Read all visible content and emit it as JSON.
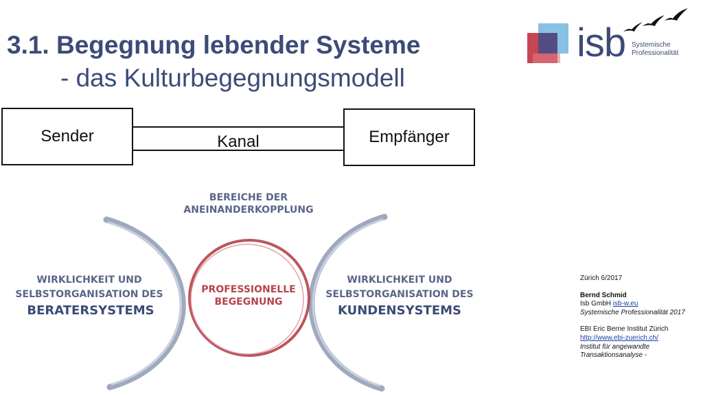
{
  "slide": {
    "title": "3.1.  Begegnung lebender Systeme",
    "subtitle": "- das Kulturbegegnungsmodell"
  },
  "logo": {
    "text": "isb",
    "line1": "Systemische",
    "line2": "Professionalität"
  },
  "diagram": {
    "sender": "Sender",
    "channel": "Kanal",
    "receiver": "Empfänger"
  },
  "model": {
    "top_line1": "BEREICHE DER",
    "top_line2": "ANEINANDERKOPPLUNG",
    "left_line1": "WIRKLICHKEIT UND",
    "left_line2": "SELBSTORGANISATION DES",
    "left_line3": "BERATERSYSTEMS",
    "center_line1": "PROFESSIONELLE",
    "center_line2": "BEGEGNUNG",
    "right_line1": "WIRKLICHKEIT UND",
    "right_line2": "SELBSTORGANISATION DES",
    "right_line3": "KUNDENSYSTEMS"
  },
  "info": {
    "date": "Zürich 6/2017",
    "author": "Bernd Schmid",
    "company_prefix": "Isb GmbH",
    "company_link": "isb-w.eu",
    "book": "Systemische Professionalität 2017",
    "institute": "EBI Eric Berne Institut Zürich",
    "institute_link": "http://www.ebi-zuerich.ch/",
    "institute_desc1": "Institut für angewandte",
    "institute_desc2": "Transaktionsanalyse -"
  },
  "colors": {
    "title": "#3c4b77",
    "arc_grey": "#8e9ab3",
    "circle_red": "#b5444d",
    "logo_red": "#c0333f",
    "logo_blue": "#6ab0e0"
  }
}
